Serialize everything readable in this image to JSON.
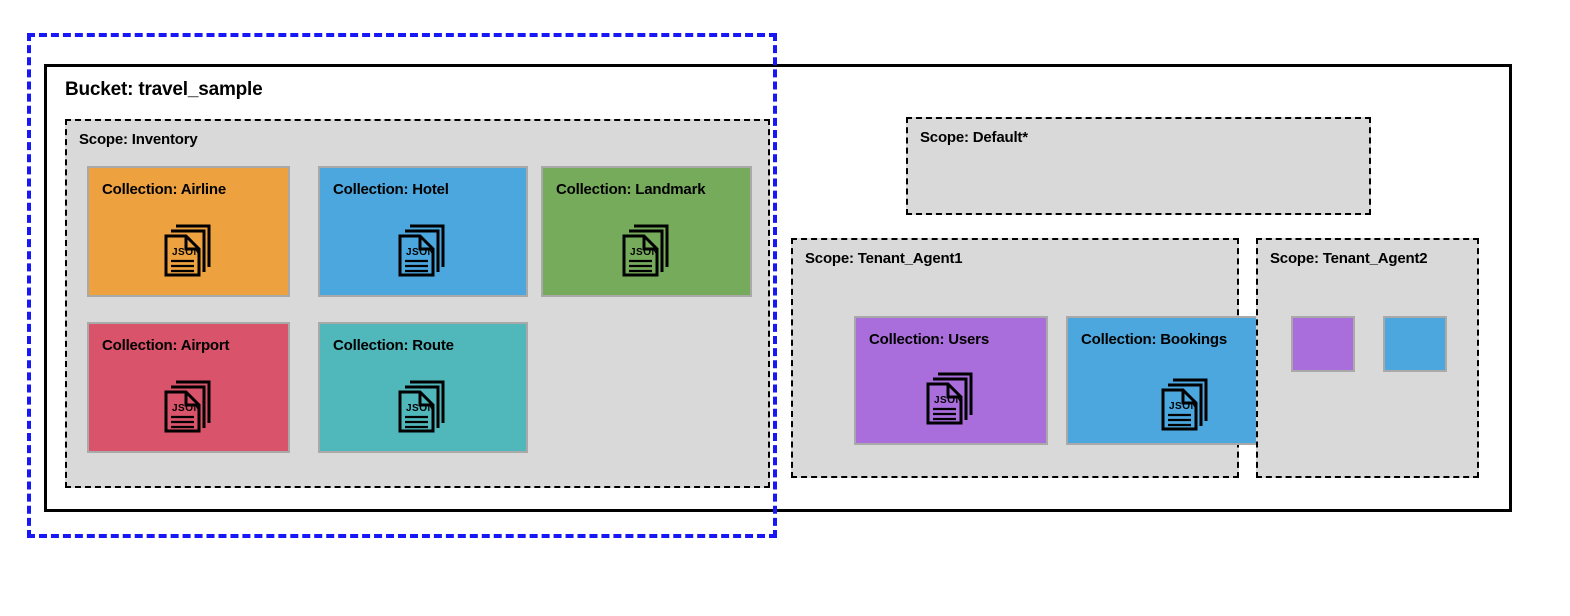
{
  "diagram": {
    "bucket": {
      "title": "Bucket: travel_sample",
      "border_color": "#000000"
    },
    "selection": {
      "name": "selection-highlight",
      "color": "#1718f5",
      "style": "dashed"
    },
    "scopes": [
      {
        "id": "inventory",
        "title": "Scope: Inventory",
        "fill": "#d9d9d9",
        "collections": [
          {
            "id": "airline",
            "label": "Collection: Airline",
            "color": "#eda13f",
            "icon": "json-documents-icon"
          },
          {
            "id": "hotel",
            "label": "Collection: Hotel",
            "color": "#4ba7dd",
            "icon": "json-documents-icon"
          },
          {
            "id": "landmark",
            "label": "Collection: Landmark",
            "color": "#77ab5c",
            "icon": "json-documents-icon"
          },
          {
            "id": "airport",
            "label": "Collection: Airport",
            "color": "#d9536a",
            "icon": "json-documents-icon"
          },
          {
            "id": "route",
            "label": "Collection: Route",
            "color": "#50b7bb",
            "icon": "json-documents-icon"
          }
        ]
      },
      {
        "id": "default",
        "title": "Scope: Default*",
        "fill": "#d9d9d9",
        "collections": []
      },
      {
        "id": "tenant_agent1",
        "title": "Scope: Tenant_Agent1",
        "fill": "#d9d9d9",
        "collections": [
          {
            "id": "users",
            "label": "Collection: Users",
            "color": "#a96edb",
            "icon": "json-documents-icon"
          },
          {
            "id": "bookings",
            "label": "Collection: Bookings",
            "color": "#4ba7dd",
            "icon": "json-documents-icon"
          }
        ]
      },
      {
        "id": "tenant_agent2",
        "title": "Scope: Tenant_Agent2",
        "fill": "#d9d9d9",
        "collections": [
          {
            "id": "square1",
            "label": "",
            "color": "#a96edb",
            "icon": ""
          },
          {
            "id": "square2",
            "label": "",
            "color": "#4ba7dd",
            "icon": ""
          }
        ]
      }
    ],
    "icon_text": "JSON"
  }
}
